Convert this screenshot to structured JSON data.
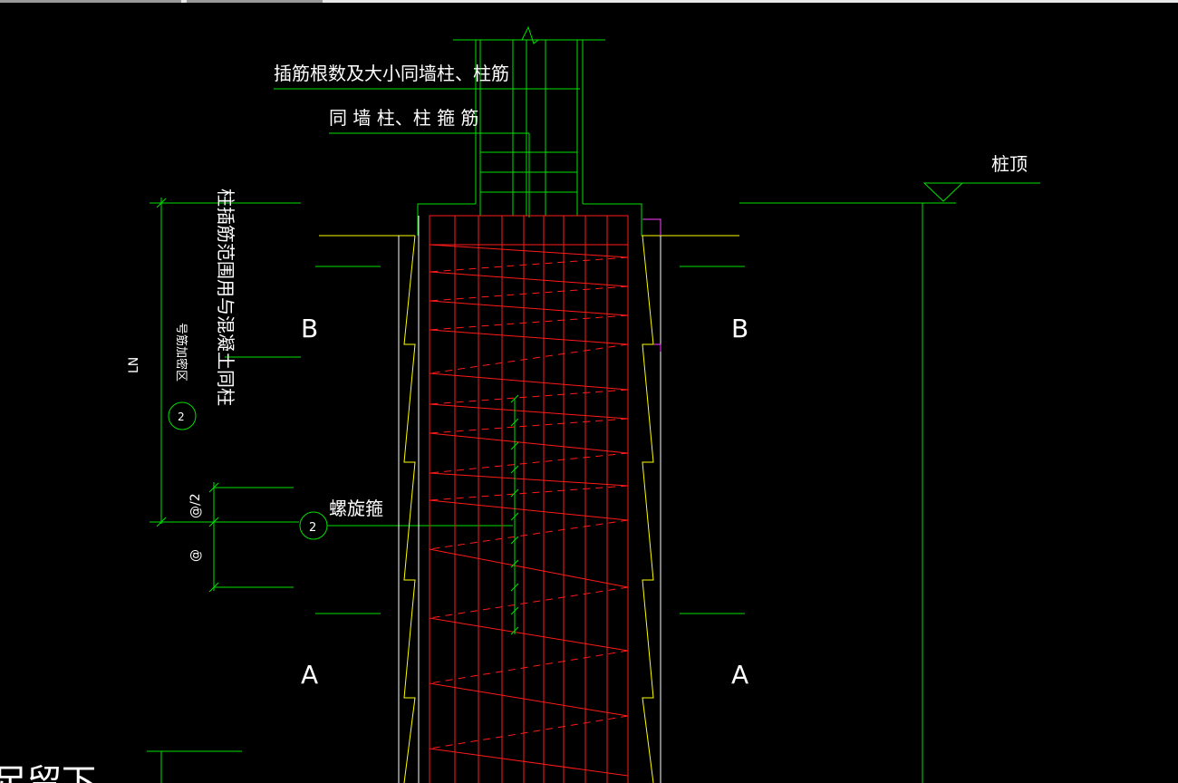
{
  "window": {
    "tabs": [
      "",
      ""
    ]
  },
  "labels": {
    "insert_bars_note": "插筋根数及大小同墙柱、柱筋",
    "stirrup_note": "同 墙 柱、柱 箍 筋",
    "pile_top": "桩顶",
    "column_insert_note": "柱插筋范围用与混凝土同柱",
    "stirrup_zone": "号筋加密区",
    "ln": "LN",
    "spiral_stirrup": "螺旋箍",
    "half_spacing": "@/2",
    "spacing": "@",
    "bar_mark": "2",
    "section_b": "B",
    "section_a": "A",
    "corner_text": "足留下"
  },
  "colors": {
    "background": "#000000",
    "dimension": "#00e000",
    "pile_outline": "#ffff00",
    "rebar": "#ff1a1a",
    "text": "#ffffff",
    "marker": "#ff40ff"
  }
}
